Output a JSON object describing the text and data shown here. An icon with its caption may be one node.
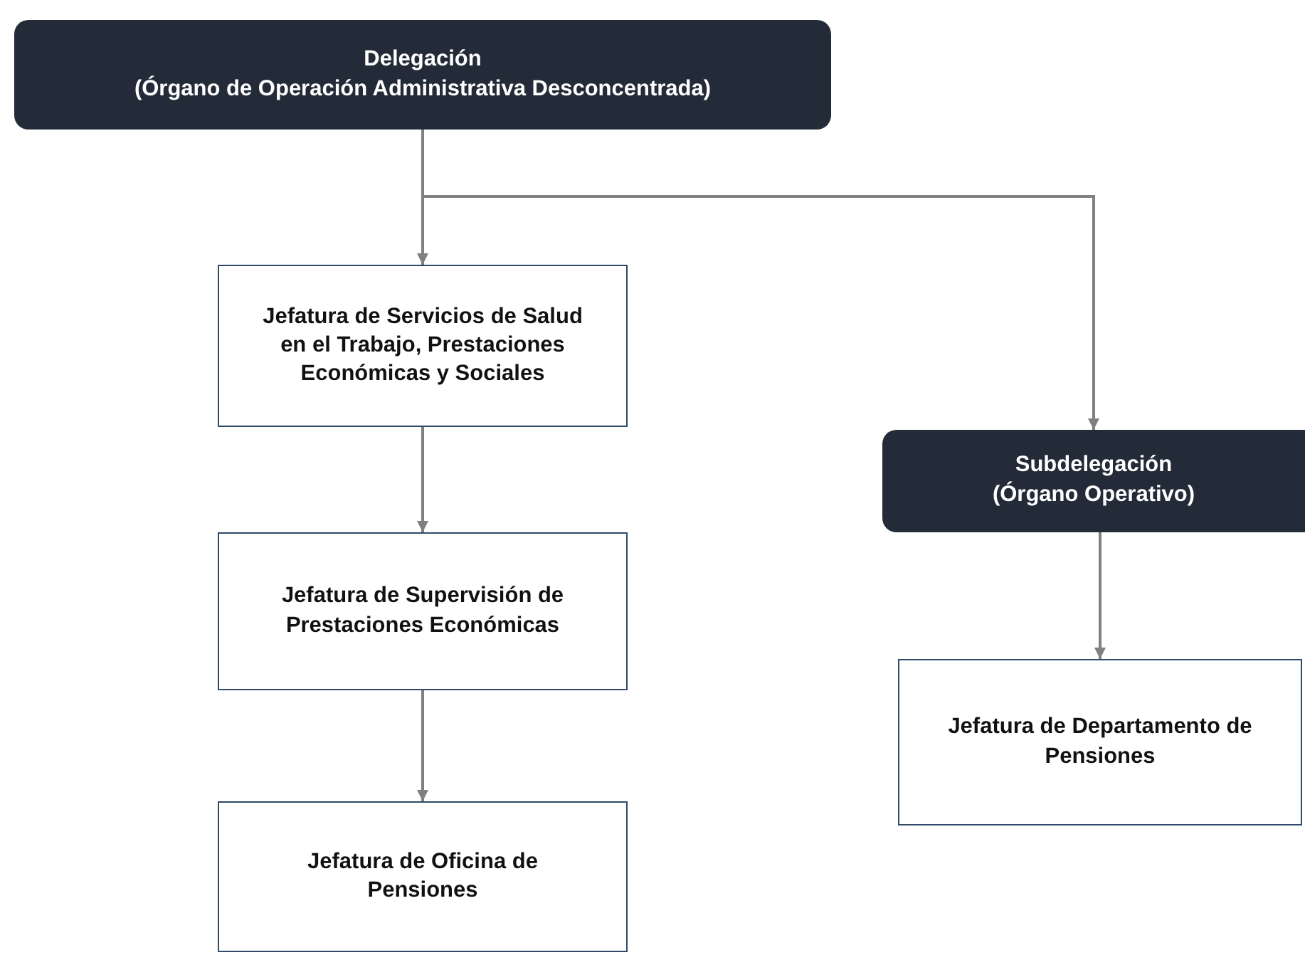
{
  "diagram": {
    "nodes": [
      {
        "text": [
          "Delegación",
          "(Órgano de Operación Administrativa Desconcentrada)"
        ]
      },
      {
        "text": [
          "Jefatura de Servicios de Salud en el Trabajo, Prestaciones Económicas y Sociales"
        ]
      },
      {
        "text": [
          "Jefatura de Supervisión de Prestaciones Económicas"
        ]
      },
      {
        "text": [
          "Jefatura de Oficina de Pensiones"
        ]
      },
      {
        "text": [
          "Subdelegación",
          "(Órgano Operativo)"
        ]
      },
      {
        "text": [
          "Jefatura de Departamento de Pensiones"
        ]
      }
    ],
    "edges": [
      {
        "from": 0,
        "to": 1,
        "arrow": "to"
      },
      {
        "from": 0,
        "to": 4,
        "arrow": "to"
      },
      {
        "from": 1,
        "to": 2,
        "arrow": "to"
      },
      {
        "from": 2,
        "to": 3,
        "arrow": "to"
      },
      {
        "from": 4,
        "to": 5,
        "arrow": "to"
      }
    ]
  }
}
